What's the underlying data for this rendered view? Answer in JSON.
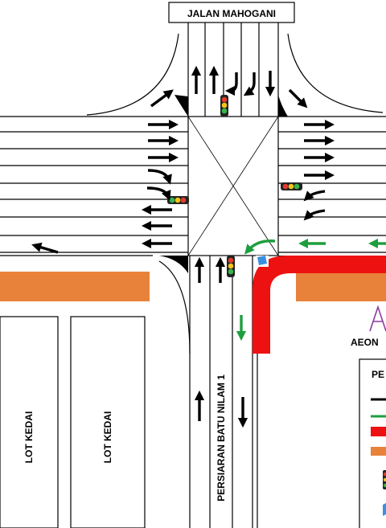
{
  "labels": {
    "top_road": "JALAN MAHOGANI",
    "bottom_road": "PERSIARAN BATU NILAM 1",
    "shop_left": "LOT KEDAI",
    "shop_right": "LOT KEDAI",
    "mall": "AEON",
    "legend_title": "PE"
  },
  "colors": {
    "traffic_flow": "#000000",
    "temporary_flow": "#1e9e3e",
    "red_zone": "#ee1111",
    "orange_zone": "#e8823a",
    "mall_logo": "#8a3d9c",
    "flag": "#3b8fe0"
  },
  "icons": {
    "signal": "traffic-light-icon",
    "flag": "flag-icon"
  }
}
